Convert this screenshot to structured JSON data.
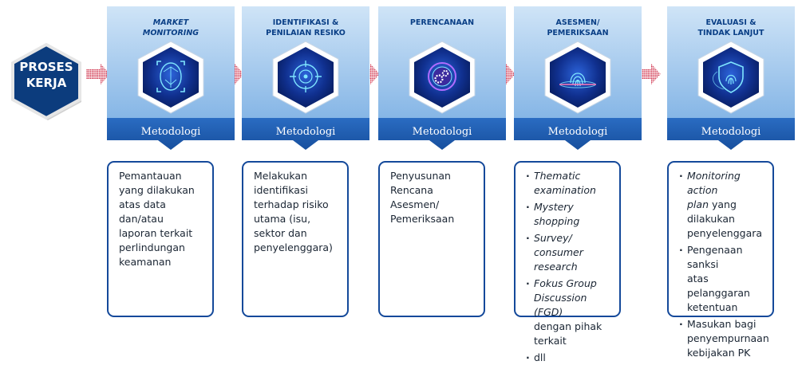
{
  "start": {
    "lines": [
      "PROSES",
      "KERJA"
    ]
  },
  "colors": {
    "navy": "#0c3c7d",
    "blue": "#1b5fb4",
    "card_top": "#cfe4f7",
    "card_bottom": "#86b6e6",
    "arrow": "#c8102e"
  },
  "stages": [
    {
      "title": [
        "MARKET",
        "MONITORING"
      ],
      "title_italic": true,
      "icon": "face-scan-icon",
      "method": "Metodologi",
      "desc_type": "text",
      "desc": [
        "Pemantauan",
        "yang dilakukan",
        "atas data",
        "dan/atau",
        "laporan terkait",
        "perlindungan",
        "keamanan"
      ]
    },
    {
      "title": [
        "IDENTIFIKASI &",
        "PENILAIAN RESIKO"
      ],
      "title_italic": false,
      "icon": "target-scan-icon",
      "method": "Metodologi",
      "desc_type": "text",
      "desc": [
        "Melakukan",
        "identifikasi",
        "terhadap risiko",
        "utama (isu,",
        "sektor dan",
        "penyelenggara)"
      ]
    },
    {
      "title": [
        "PERENCANAAN"
      ],
      "title_italic": false,
      "icon": "gears-icon",
      "method": "Metodologi",
      "desc_type": "text",
      "desc": [
        "Penyusunan",
        "Rencana",
        "Asesmen/",
        "Pemeriksaan"
      ]
    },
    {
      "title": [
        "ASESMEN/",
        "PEMERIKSAAN"
      ],
      "title_italic": false,
      "icon": "fingerprint-scan-icon",
      "method": "Metodologi",
      "desc_type": "list",
      "desc": [
        {
          "lines": [
            {
              "t": "Thematic",
              "i": true
            },
            {
              "t": "examination",
              "i": true
            }
          ]
        },
        {
          "lines": [
            {
              "t": "Mystery shopping",
              "i": true
            }
          ]
        },
        {
          "lines": [
            {
              "t": "Survey/ consumer",
              "i": true
            },
            {
              "t": "research",
              "i": true
            }
          ]
        },
        {
          "lines": [
            {
              "t": "Fokus Group",
              "i": true
            },
            {
              "t": "Discussion (FGD)",
              "i": true
            },
            {
              "t": "dengan pihak terkait",
              "i": false
            }
          ]
        },
        {
          "lines": [
            {
              "t": "dll",
              "i": false
            }
          ]
        }
      ]
    },
    {
      "title": [
        "EVALUASI &",
        "TINDAK LANJUT"
      ],
      "title_italic": false,
      "icon": "shield-fingerprint-icon",
      "method": "Metodologi",
      "desc_type": "list",
      "desc": [
        {
          "lines": [
            {
              "t": "Monitoring action",
              "i": true
            },
            {
              "t": "plan",
              "i": true,
              "tail": " yang dilakukan"
            },
            {
              "t": "penyelenggara",
              "i": false
            }
          ]
        },
        {
          "lines": [
            {
              "t": "Pengenaan sanksi",
              "i": false
            },
            {
              "t": "atas pelanggaran",
              "i": false
            },
            {
              "t": "ketentuan",
              "i": false
            }
          ]
        },
        {
          "lines": [
            {
              "t": "Masukan bagi",
              "i": false
            },
            {
              "t": "penyempurnaan",
              "i": false
            },
            {
              "t": "kebijakan PK",
              "i": false
            }
          ]
        }
      ]
    }
  ]
}
